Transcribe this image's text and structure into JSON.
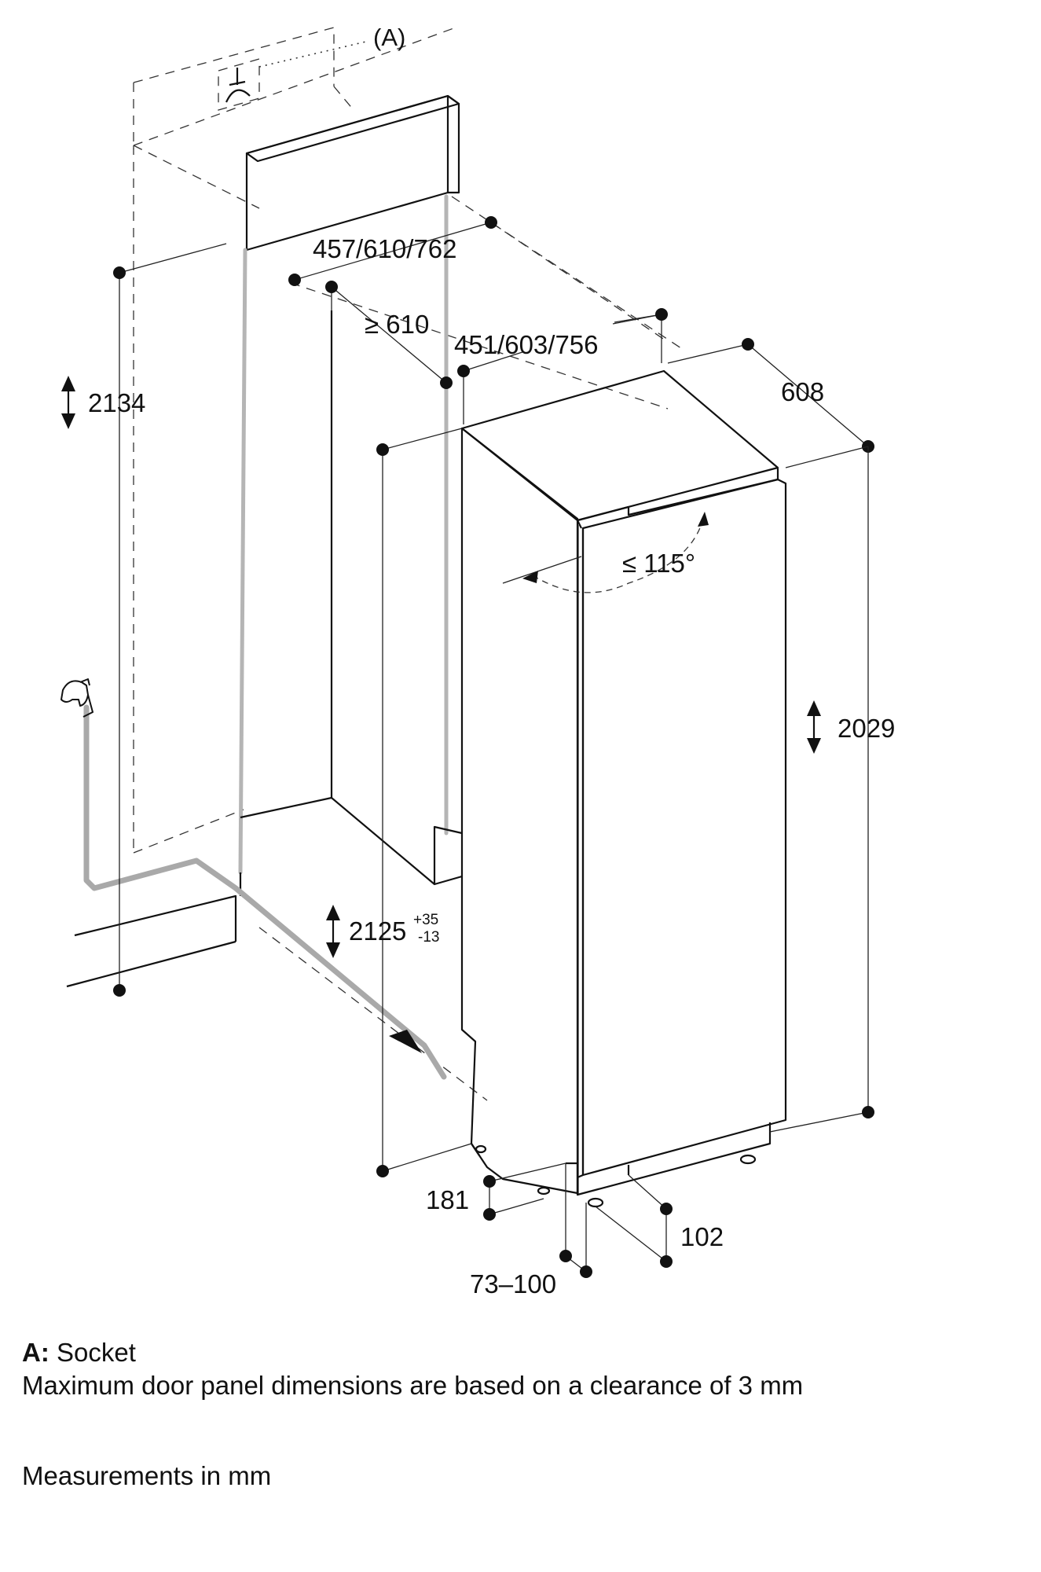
{
  "diagram": {
    "socket_marker": "(A)",
    "dimensions": {
      "niche_width": "457/610/762",
      "min_depth": "≥ 610",
      "door_panel_width": "451/603/756",
      "appliance_depth": "608",
      "niche_height_left": "2134",
      "appliance_height": "2029",
      "niche_height": "2125",
      "niche_height_tol_plus": "+35",
      "niche_height_tol_minus": "-13",
      "door_angle": "≤ 115°",
      "plinth_height": "181",
      "plinth_depth": "102",
      "foot_range": "73–100"
    },
    "icons": [
      "socket-icon",
      "water-tap-icon",
      "double-arrow-icon"
    ]
  },
  "legend": {
    "socket_key": "A:",
    "socket_label": "Socket",
    "clearance_note": "Maximum door panel dimensions are based on a clearance of 3 mm",
    "units_note": "Measurements in mm"
  }
}
